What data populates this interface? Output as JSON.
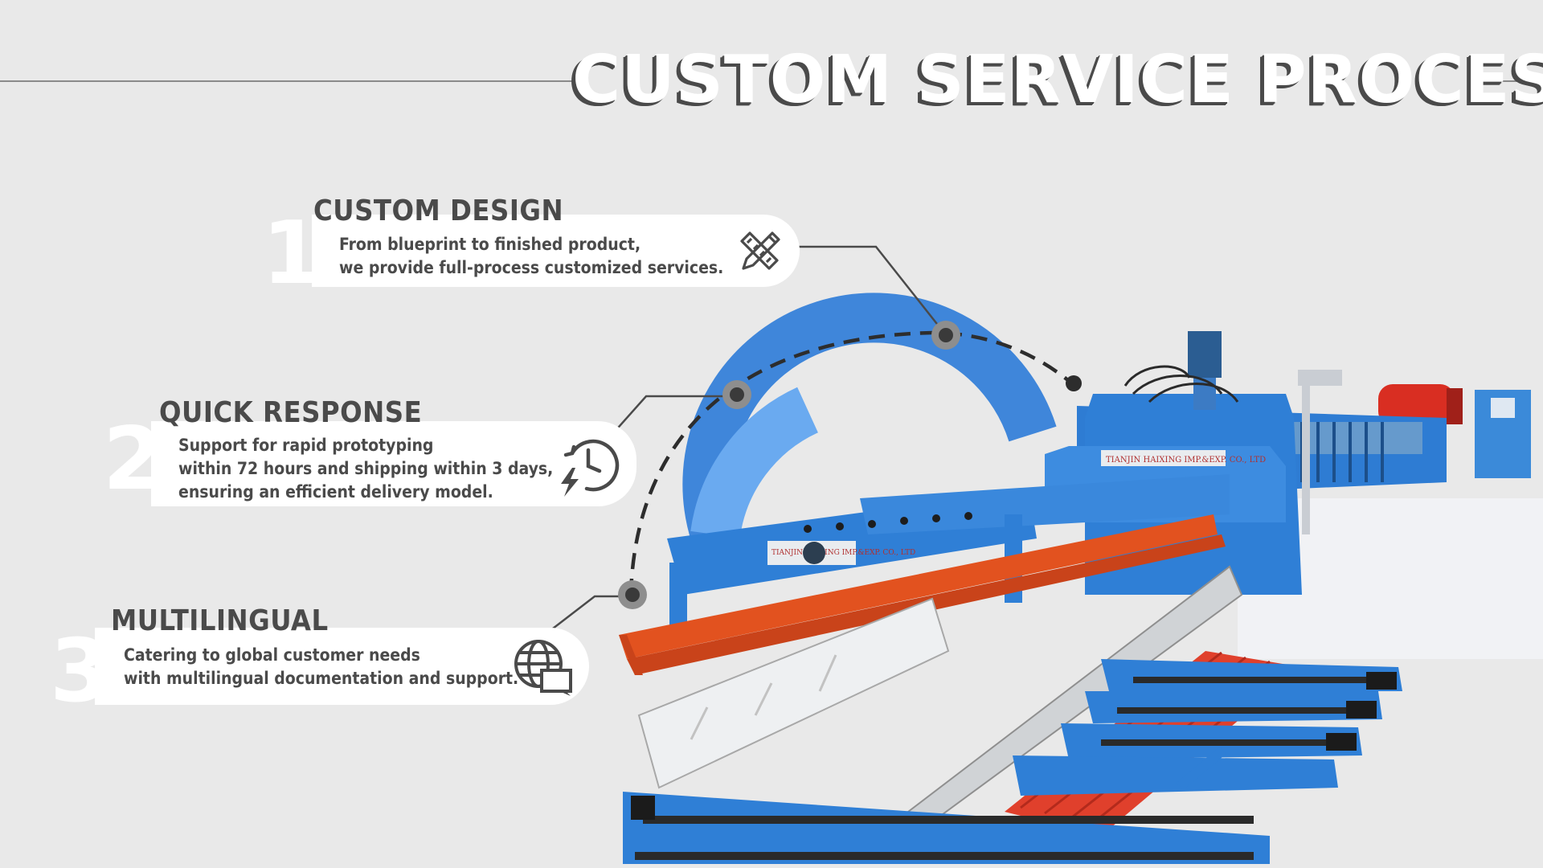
{
  "title": "CUSTOM SERVICE PROCESS",
  "steps": [
    {
      "number": "1",
      "heading": "CUSTOM DESIGN",
      "lines": [
        "From blueprint to finished product,",
        "we provide full-process customized services."
      ],
      "icon": "pencil-ruler-icon"
    },
    {
      "number": "2",
      "heading": "QUICK RESPONSE",
      "lines": [
        "Support for rapid prototyping",
        "within 72 hours and shipping within 3 days,",
        "ensuring an efficient delivery model."
      ],
      "icon": "clock-lightning-icon"
    },
    {
      "number": "3",
      "heading": "MULTILINGUAL",
      "lines": [
        "Catering to global customer needs",
        "with multilingual documentation and support."
      ],
      "icon": "globe-chat-icon"
    }
  ],
  "machine": {
    "label_main": "TIANJIN HAIXING IMP.&EXP. CO., LTD"
  },
  "colors": {
    "background": "#e9e9e9",
    "text": "#4a4a4a",
    "machine_blue": "#2f7fd6",
    "machine_orange": "#e2521f",
    "panel_red": "#e0402c",
    "arc_blue": "#4a90e2"
  }
}
